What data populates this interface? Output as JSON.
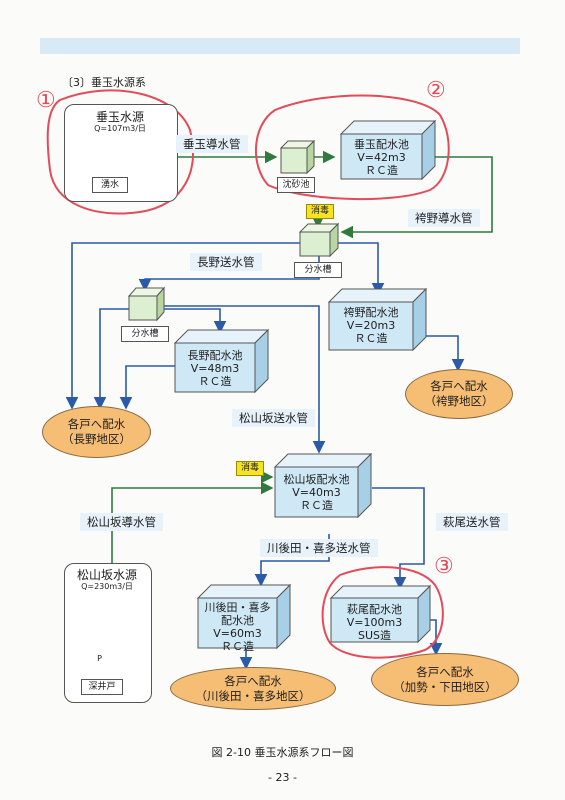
{
  "section_title": "〔3〕垂玉水源系",
  "markers": [
    "①",
    "②",
    "③"
  ],
  "source1": {
    "title": "垂玉水源",
    "capacity": "Q=107m3/日",
    "label": "湧水"
  },
  "source2": {
    "title": "松山坂水源",
    "capacity": "Q=230m3/日",
    "label": "深井戸",
    "pump": "P"
  },
  "settling": {
    "label": "沈砂池"
  },
  "reservoirs": {
    "tarutama": {
      "name": "垂玉配水池",
      "vol": "V=42m3",
      "type": "ＲＣ造"
    },
    "hakama": {
      "name": "袴野配水池",
      "vol": "V=20m3",
      "type": "ＲＣ造"
    },
    "nagano": {
      "name": "長野配水池",
      "vol": "V=48m3",
      "type": "ＲＣ造"
    },
    "matsuyama": {
      "name": "松山坂配水池",
      "vol": "V=40m3",
      "type": "ＲＣ造"
    },
    "kawagoda": {
      "name1": "川後田・喜多",
      "name2": "配水池",
      "vol": "V=60m3",
      "type": "ＲＣ造"
    },
    "hagio": {
      "name": "萩尾配水池",
      "vol": "V=100m3",
      "type": "SUS造"
    }
  },
  "splitters": {
    "a": "分水槽",
    "b": "分水槽"
  },
  "disinfection": "消毒",
  "pipes": {
    "tarutama_conduit": "垂玉導水管",
    "hakama_conduit": "袴野導水管",
    "nagano_supply": "長野送水管",
    "matsuyama_supply": "松山坂送水管",
    "matsuyama_conduit": "松山坂導水管",
    "hagio_supply": "萩尾送水管",
    "kawagoda_supply": "川後田・喜多送水管"
  },
  "delivery": {
    "nagano": {
      "l1": "各戸へ配水",
      "l2": "（長野地区）"
    },
    "hakama": {
      "l1": "各戸へ配水",
      "l2": "（袴野地区）"
    },
    "kawagoda": {
      "l1": "各戸へ配水",
      "l2": "（川後田・喜多地区）"
    },
    "hagio": {
      "l1": "各戸へ配水",
      "l2": "（加勢・下田地区）"
    }
  },
  "caption": "図 2-10 垂玉水源系フロー図",
  "page_number": "- 23 -",
  "colors": {
    "green_line": "#2f7a3c",
    "blue_line": "#2a5aa8",
    "tank": "#cfe8f6",
    "cube": "#dcefd0",
    "marker": "#e34b5a",
    "orange": "#f6bd75"
  }
}
